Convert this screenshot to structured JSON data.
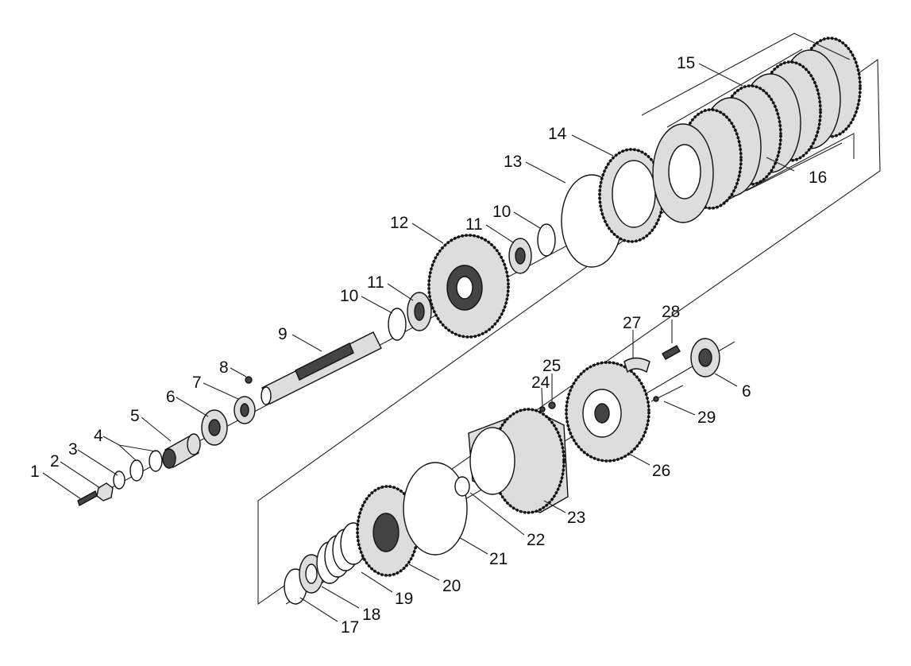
{
  "callouts": [
    {
      "id": "c1",
      "text": "1"
    },
    {
      "id": "c2",
      "text": "2"
    },
    {
      "id": "c3",
      "text": "3"
    },
    {
      "id": "c4",
      "text": "4"
    },
    {
      "id": "c5",
      "text": "5"
    },
    {
      "id": "c6a",
      "text": "6"
    },
    {
      "id": "c7",
      "text": "7"
    },
    {
      "id": "c8",
      "text": "8"
    },
    {
      "id": "c9",
      "text": "9"
    },
    {
      "id": "c10a",
      "text": "10"
    },
    {
      "id": "c11a",
      "text": "11"
    },
    {
      "id": "c12",
      "text": "12"
    },
    {
      "id": "c11b",
      "text": "11"
    },
    {
      "id": "c10b",
      "text": "10"
    },
    {
      "id": "c13",
      "text": "13"
    },
    {
      "id": "c14",
      "text": "14"
    },
    {
      "id": "c15",
      "text": "15"
    },
    {
      "id": "c16",
      "text": "16"
    },
    {
      "id": "c27",
      "text": "27"
    },
    {
      "id": "c28",
      "text": "28"
    },
    {
      "id": "c25",
      "text": "25"
    },
    {
      "id": "c24",
      "text": "24"
    },
    {
      "id": "c6b",
      "text": "6"
    },
    {
      "id": "c29",
      "text": "29"
    },
    {
      "id": "c26",
      "text": "26"
    },
    {
      "id": "c23",
      "text": "23"
    },
    {
      "id": "c22",
      "text": "22"
    },
    {
      "id": "c21",
      "text": "21"
    },
    {
      "id": "c20",
      "text": "20"
    },
    {
      "id": "c19",
      "text": "19"
    },
    {
      "id": "c18",
      "text": "18"
    },
    {
      "id": "c17",
      "text": "17"
    }
  ]
}
